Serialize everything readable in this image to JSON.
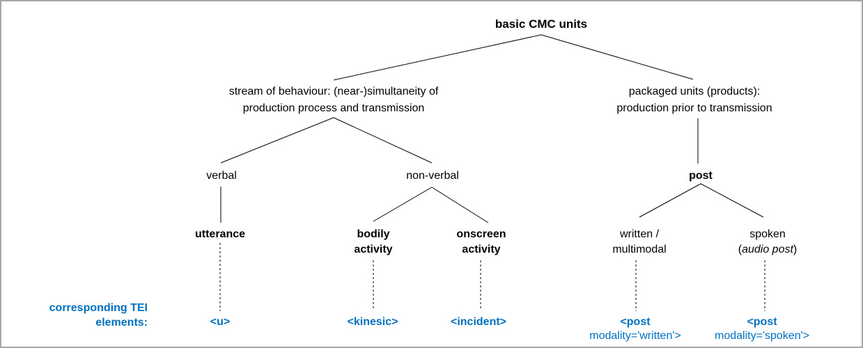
{
  "diagram": {
    "title": "basic CMC units",
    "left_branch": {
      "label_line1": "stream of behaviour: (near-)simultaneity of",
      "label_line2": "production process and transmission",
      "verbal_label": "verbal",
      "nonverbal_label": "non-verbal",
      "utterance_label": "utterance",
      "bodily_line1": "bodily",
      "bodily_line2": "activity",
      "onscreen_line1": "onscreen",
      "onscreen_line2": "activity"
    },
    "right_branch": {
      "label_line1": "packaged units (products):",
      "label_line2": "production prior to transmission",
      "post_label": "post",
      "written_line1": "written /",
      "written_line2": "multimodal",
      "spoken_line1": "spoken",
      "spoken_open_paren": "(",
      "spoken_italic": "audio post",
      "spoken_close_paren": ")"
    },
    "tei_row": {
      "caption_line1": "corresponding TEI",
      "caption_line2": "elements:",
      "u_label": "<u>",
      "kinesic_label": "<kinesic>",
      "incident_label": "<incident>",
      "post_written_line1": "<post",
      "post_written_line2": "modality='written'>",
      "post_spoken_line1": "<post",
      "post_spoken_line2": "modality='spoken'>"
    },
    "colors": {
      "text": "#000000",
      "tei_blue": "#0070C0",
      "edge": "#000000",
      "border": "#A6A6A6",
      "background": "#FFFFFF"
    }
  }
}
